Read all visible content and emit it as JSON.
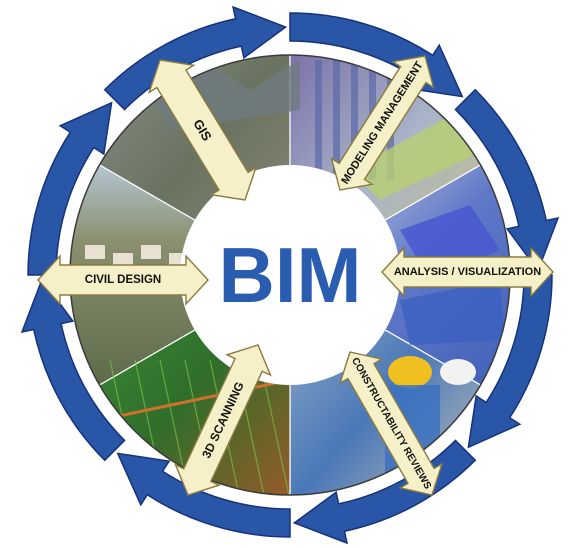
{
  "center": {
    "label": "BIM",
    "color": "#2a5db0"
  },
  "segments": [
    {
      "id": "gis",
      "label": "GIS",
      "image": "aerial terrain with map pins"
    },
    {
      "id": "modeling",
      "label": "MODELING MANAGEMENT",
      "image": "3d building model"
    },
    {
      "id": "analysis",
      "label": "ANALYSIS / VISUALIZATION",
      "image": "blue analysis mesh"
    },
    {
      "id": "constructability",
      "label": "CONSTRUCTABILITY REVIEWS",
      "image": "engineers with hard hats"
    },
    {
      "id": "scanning",
      "label": "3D SCANNING",
      "image": "green point cloud scan"
    },
    {
      "id": "civil",
      "label": "CIVIL DESIGN",
      "image": "residential neighborhood"
    }
  ],
  "colors": {
    "ring_arrow": "#2a56a8",
    "ring_arrow_edge": "#15327a",
    "callout_fill": "#f6f0c8",
    "callout_edge": "#8a7a40",
    "label_text": "#111111"
  }
}
